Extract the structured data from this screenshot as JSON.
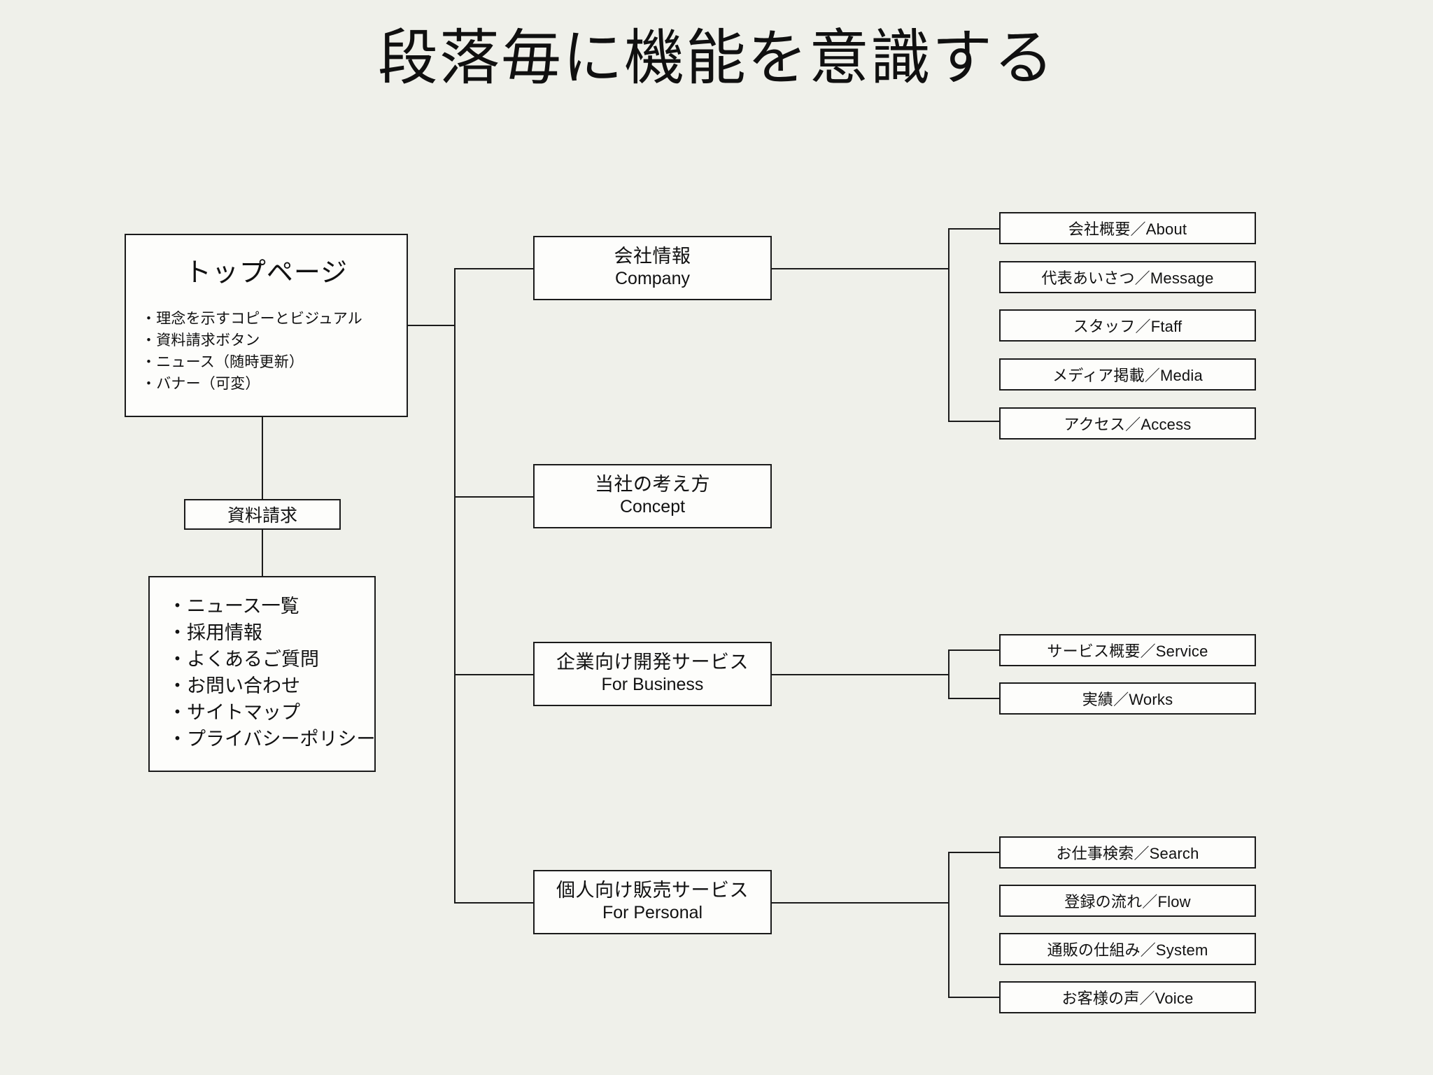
{
  "title": "段落毎に機能を意識する",
  "top_page": {
    "heading": "トップページ",
    "bullets": [
      "・理念を示すコピーとビジュアル",
      "・資料請求ボタン",
      "・ニュース（随時更新）",
      "・バナー（可変）"
    ]
  },
  "request": {
    "label": "資料請求"
  },
  "footer_links": {
    "bullets": [
      "・ニュース一覧",
      "・採用情報",
      "・よくあるご質問",
      "・お問い合わせ",
      "・サイトマップ",
      "・プライバシーポリシー"
    ]
  },
  "sections": {
    "company": {
      "jp": "会社情報",
      "en": "Company"
    },
    "concept": {
      "jp": "当社の考え方",
      "en": "Concept"
    },
    "business": {
      "jp": "企業向け開発サービス",
      "en": "For Business"
    },
    "personal": {
      "jp": "個人向け販売サービス",
      "en": "For Personal"
    }
  },
  "company_children": [
    "会社概要／About",
    "代表あいさつ／Message",
    "スタッフ／Ftaff",
    "メディア掲載／Media",
    "アクセス／Access"
  ],
  "business_children": [
    "サービス概要／Service",
    "実績／Works"
  ],
  "personal_children": [
    "お仕事検索／Search",
    "登録の流れ／Flow",
    "通販の仕組み／System",
    "お客様の声／Voice"
  ],
  "colors": {
    "background": "#eff0ea",
    "box_fill": "#fdfdfb",
    "stroke": "#1b1b1b",
    "text": "#111111"
  }
}
